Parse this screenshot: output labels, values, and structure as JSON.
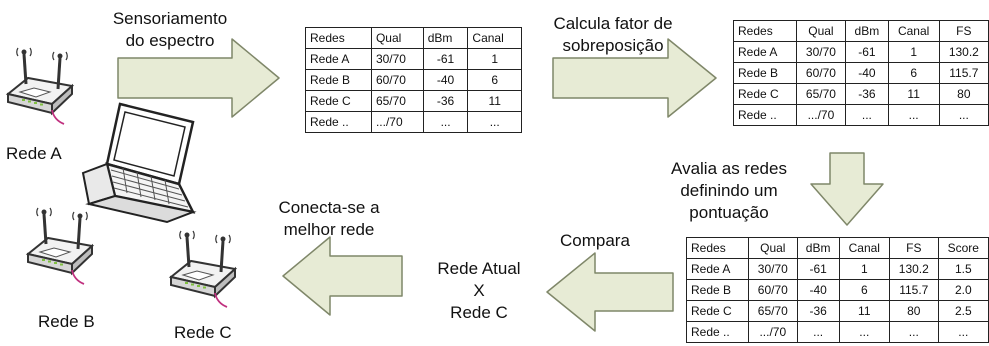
{
  "steps": {
    "sensing": [
      "Sensoriamento",
      "do espectro"
    ],
    "calc": [
      "Calcula fator de",
      "sobreposição"
    ],
    "evaluate": [
      "Avalia as redes",
      "definindo um",
      "pontuação"
    ],
    "compare": [
      "Compara"
    ],
    "comparison": [
      "Rede Atual",
      "X",
      "Rede C"
    ],
    "connect": [
      "Conecta-se a",
      "melhor rede"
    ]
  },
  "devices": {
    "router_a": "Rede A",
    "router_b": "Rede B",
    "router_c": "Rede C"
  },
  "table1": {
    "headers": [
      "Redes",
      "Qual",
      "dBm",
      "Canal"
    ],
    "rows": [
      [
        "Rede A",
        "30/70",
        "-61",
        "1"
      ],
      [
        "Rede B",
        "60/70",
        "-40",
        "6"
      ],
      [
        "Rede C",
        "65/70",
        "-36",
        "11"
      ],
      [
        "Rede ..",
        ".../70",
        "...",
        "..."
      ]
    ]
  },
  "table2": {
    "headers": [
      "Redes",
      "Qual",
      "dBm",
      "Canal",
      "FS"
    ],
    "rows": [
      [
        "Rede A",
        "30/70",
        "-61",
        "1",
        "130.2"
      ],
      [
        "Rede B",
        "60/70",
        "-40",
        "6",
        "115.7"
      ],
      [
        "Rede C",
        "65/70",
        "-36",
        "11",
        "80"
      ],
      [
        "Rede ..",
        ".../70",
        "...",
        "...",
        "..."
      ]
    ]
  },
  "table3": {
    "headers": [
      "Redes",
      "Qual",
      "dBm",
      "Canal",
      "FS",
      "Score"
    ],
    "rows": [
      [
        "Rede A",
        "30/70",
        "-61",
        "1",
        "130.2",
        "1.5"
      ],
      [
        "Rede B",
        "60/70",
        "-40",
        "6",
        "115.7",
        "2.0"
      ],
      [
        "Rede C",
        "65/70",
        "-36",
        "11",
        "80",
        "2.5"
      ],
      [
        "Rede ..",
        ".../70",
        "...",
        "...",
        "...",
        "..."
      ]
    ]
  },
  "colors": {
    "arrow_fill": "#e7ebd5",
    "arrow_stroke": "#7f8769",
    "router_body": "#f2f2f2",
    "router_edge": "#333333",
    "router_led": "#7fbf3f",
    "cable": "#c0307f"
  }
}
